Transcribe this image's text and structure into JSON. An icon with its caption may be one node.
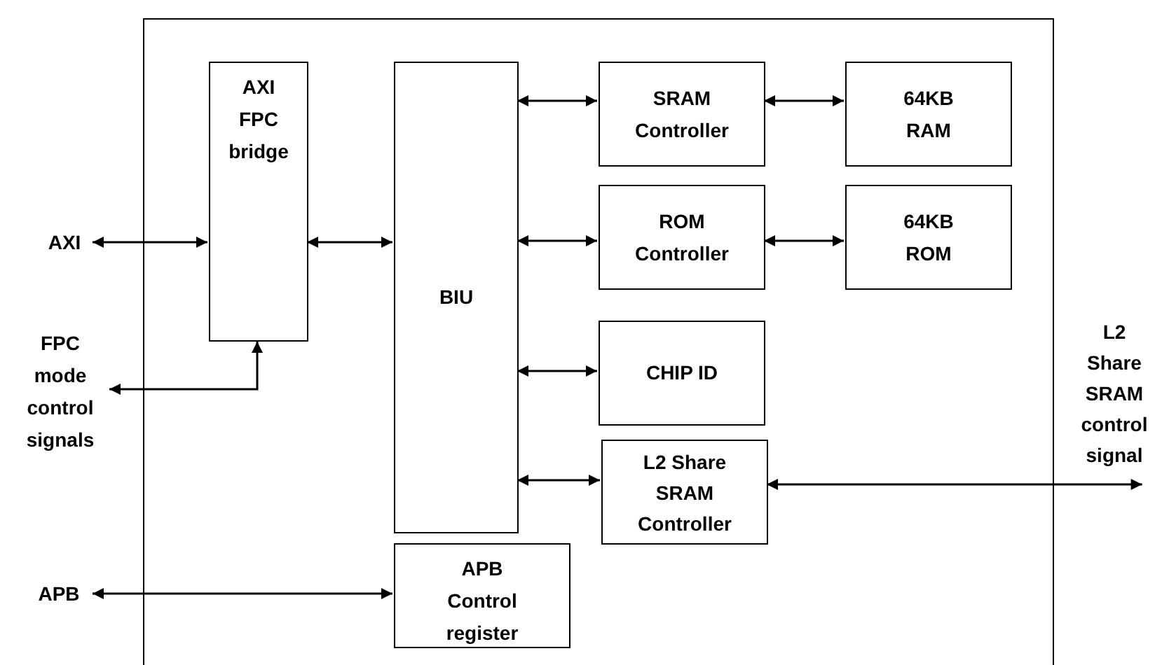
{
  "diagram": {
    "nodes": [
      {
        "text": [],
        "shape": "box"
      },
      {
        "text": [
          "AXI FPC bridge"
        ],
        "in": 0
      },
      {
        "text": [
          "BIU"
        ],
        "in": 0
      },
      {
        "text": [
          "SRAM Controller"
        ],
        "in": 0
      },
      {
        "text": [
          "64KB RAM"
        ],
        "in": 0
      },
      {
        "text": [
          "ROM Controller"
        ],
        "in": 0
      },
      {
        "text": [
          "64KB ROM"
        ],
        "in": 0
      },
      {
        "text": [
          "CHIP ID"
        ],
        "in": 0
      },
      {
        "text": [
          "L2 Share SRAM Controller"
        ],
        "in": 0
      },
      {
        "text": [
          "APB Control register"
        ],
        "in": 0
      },
      {
        "text": [
          "AXI"
        ]
      },
      {
        "text": [
          "FPC mode control signals"
        ]
      },
      {
        "text": [
          "L2 Share SRAM control signal"
        ]
      },
      {
        "text": [
          "APB"
        ]
      }
    ],
    "edges": [
      {
        "from": 10,
        "to": 1,
        "arrow": "both"
      },
      {
        "from": 1,
        "to": 2,
        "arrow": "both"
      },
      {
        "from": 2,
        "to": 3,
        "arrow": "both"
      },
      {
        "from": 3,
        "to": 4,
        "arrow": "both"
      },
      {
        "from": 2,
        "to": 5,
        "arrow": "both"
      },
      {
        "from": 5,
        "to": 6,
        "arrow": "both"
      },
      {
        "from": 2,
        "to": 7,
        "arrow": "both"
      },
      {
        "from": 2,
        "to": 8,
        "arrow": "both"
      },
      {
        "from": 8,
        "to": 12,
        "arrow": "both"
      },
      {
        "from": 11,
        "to": 1,
        "arrow": "both"
      },
      {
        "from": 13,
        "to": 9,
        "arrow": "both"
      }
    ]
  }
}
